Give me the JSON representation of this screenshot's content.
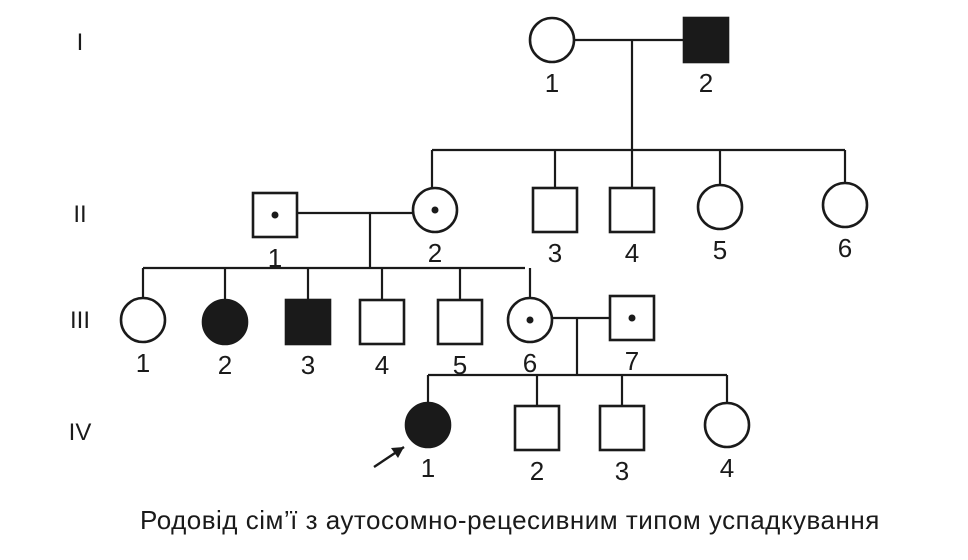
{
  "caption": "Родовід сім’ї з аутосомно-рецесивним типом успадкування",
  "colors": {
    "ink": "#1a1a1a",
    "background": "#ffffff"
  },
  "generations": [
    {
      "id": "I",
      "label": "I"
    },
    {
      "id": "II",
      "label": "II"
    },
    {
      "id": "III",
      "label": "III"
    },
    {
      "id": "IV",
      "label": "IV"
    }
  ],
  "individuals": [
    {
      "id": "I-1",
      "gen": "I",
      "number": "1",
      "sex": "female",
      "status": "unaffected"
    },
    {
      "id": "I-2",
      "gen": "I",
      "number": "2",
      "sex": "male",
      "status": "affected"
    },
    {
      "id": "II-1",
      "gen": "II",
      "number": "1",
      "sex": "male",
      "status": "carrier"
    },
    {
      "id": "II-2",
      "gen": "II",
      "number": "2",
      "sex": "female",
      "status": "carrier"
    },
    {
      "id": "II-3",
      "gen": "II",
      "number": "3",
      "sex": "male",
      "status": "unaffected"
    },
    {
      "id": "II-4",
      "gen": "II",
      "number": "4",
      "sex": "male",
      "status": "unaffected"
    },
    {
      "id": "II-5",
      "gen": "II",
      "number": "5",
      "sex": "female",
      "status": "unaffected"
    },
    {
      "id": "II-6",
      "gen": "II",
      "number": "6",
      "sex": "female",
      "status": "unaffected"
    },
    {
      "id": "III-1",
      "gen": "III",
      "number": "1",
      "sex": "female",
      "status": "unaffected"
    },
    {
      "id": "III-2",
      "gen": "III",
      "number": "2",
      "sex": "female",
      "status": "affected"
    },
    {
      "id": "III-3",
      "gen": "III",
      "number": "3",
      "sex": "male",
      "status": "affected"
    },
    {
      "id": "III-4",
      "gen": "III",
      "number": "4",
      "sex": "male",
      "status": "unaffected"
    },
    {
      "id": "III-5",
      "gen": "III",
      "number": "5",
      "sex": "male",
      "status": "unaffected"
    },
    {
      "id": "III-6",
      "gen": "III",
      "number": "6",
      "sex": "female",
      "status": "carrier"
    },
    {
      "id": "III-7",
      "gen": "III",
      "number": "7",
      "sex": "male",
      "status": "carrier"
    },
    {
      "id": "IV-1",
      "gen": "IV",
      "number": "1",
      "sex": "female",
      "status": "affected",
      "proband": true
    },
    {
      "id": "IV-2",
      "gen": "IV",
      "number": "2",
      "sex": "male",
      "status": "unaffected"
    },
    {
      "id": "IV-3",
      "gen": "IV",
      "number": "3",
      "sex": "male",
      "status": "unaffected"
    },
    {
      "id": "IV-4",
      "gen": "IV",
      "number": "4",
      "sex": "female",
      "status": "unaffected"
    }
  ],
  "matings": [
    {
      "partners": [
        "I-1",
        "I-2"
      ],
      "children": [
        "II-2",
        "II-3",
        "II-4",
        "II-5",
        "II-6"
      ]
    },
    {
      "partners": [
        "II-1",
        "II-2"
      ],
      "children": [
        "III-1",
        "III-2",
        "III-3",
        "III-4",
        "III-5",
        "III-6"
      ]
    },
    {
      "partners": [
        "III-6",
        "III-7"
      ],
      "children": [
        "IV-1",
        "IV-2",
        "IV-3",
        "IV-4"
      ]
    }
  ]
}
